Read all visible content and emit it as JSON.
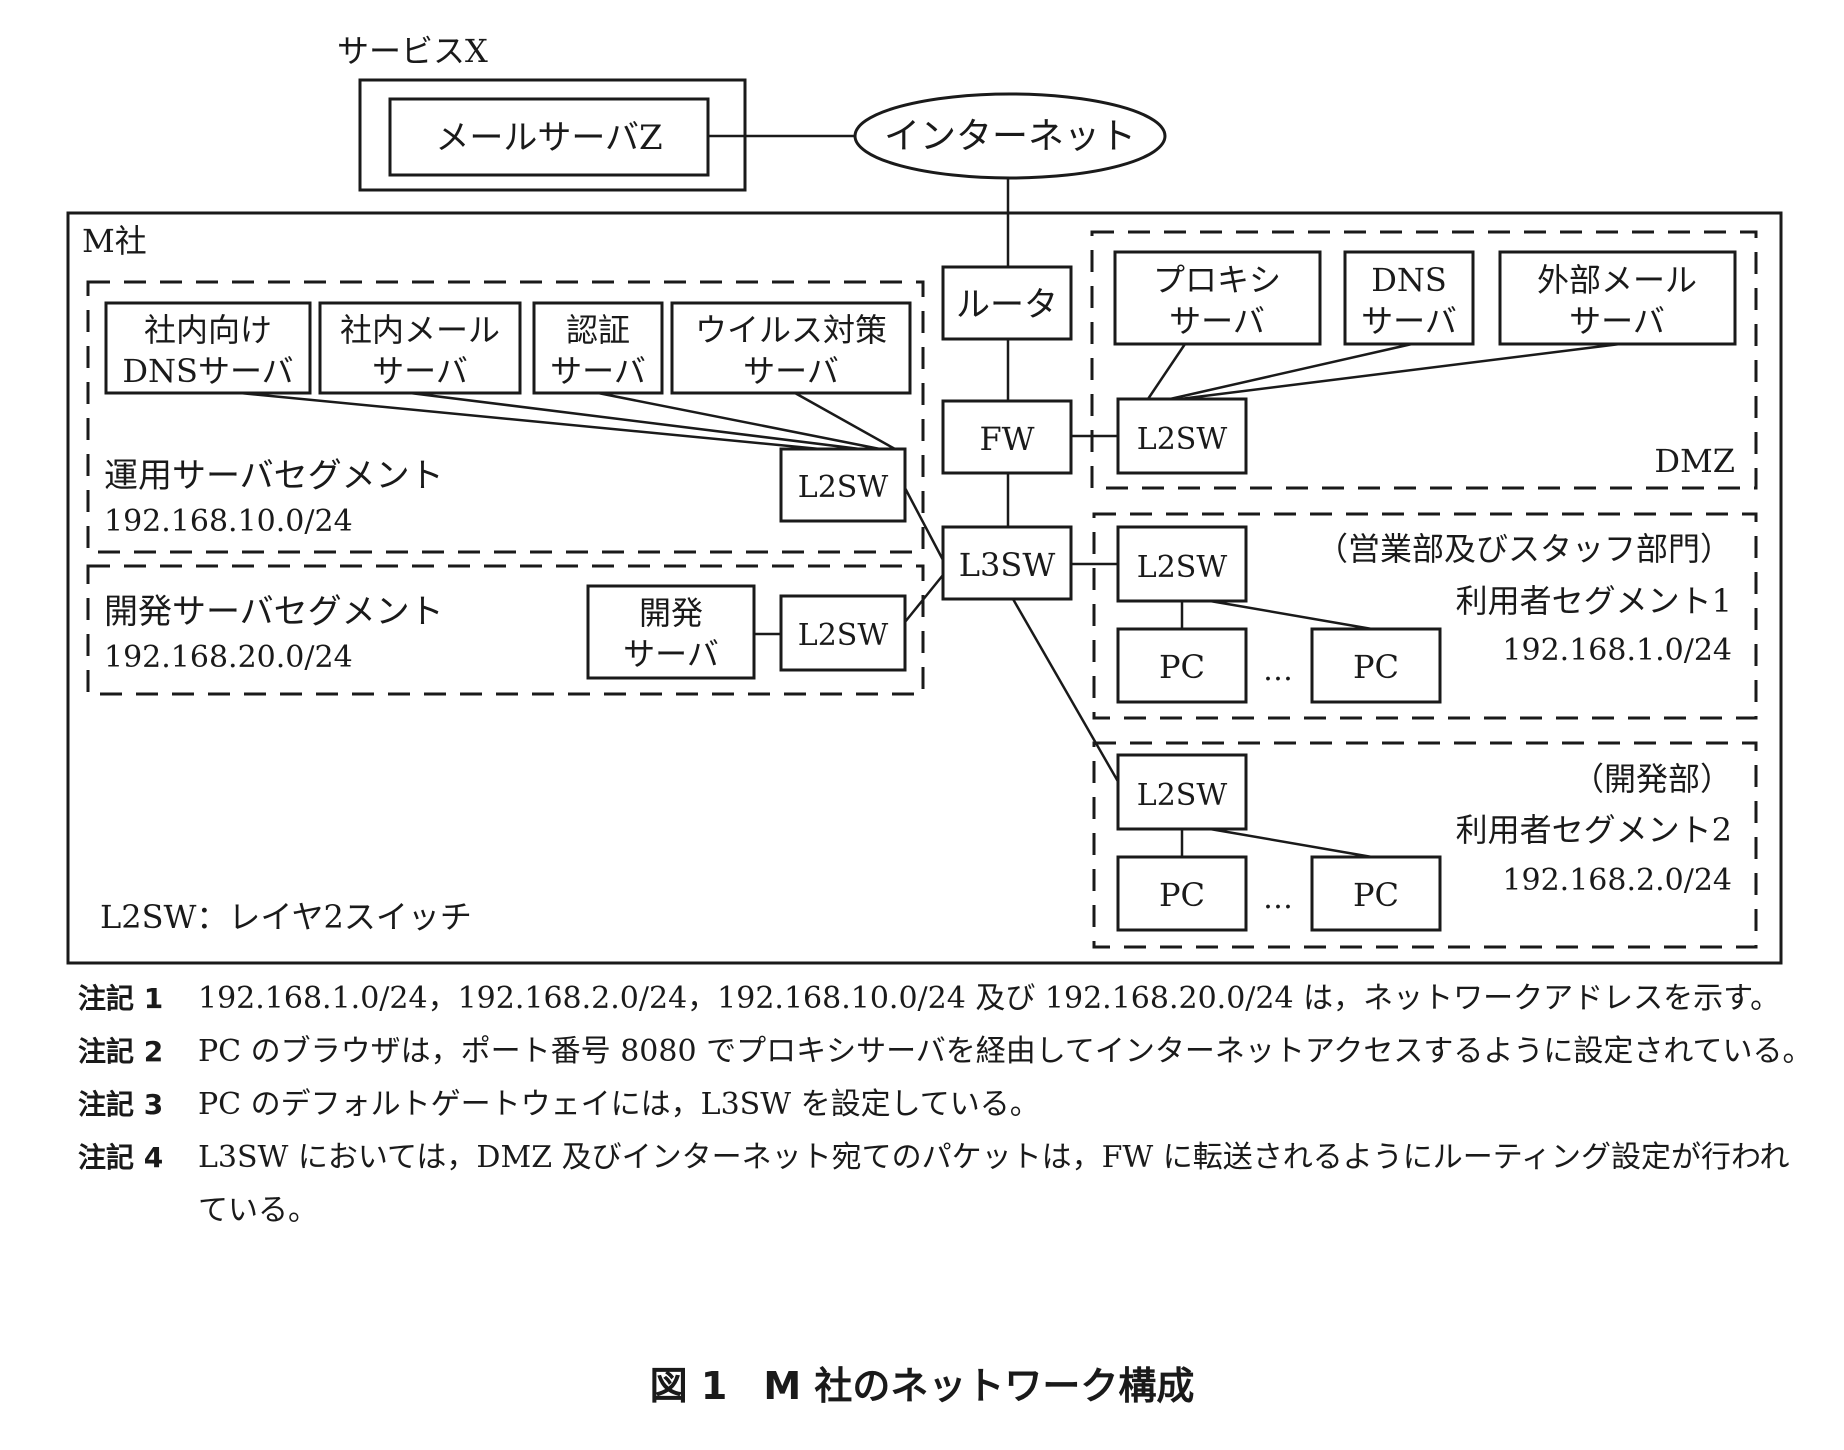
{
  "service_x": {
    "label": "サービスX",
    "mail_server_z": "メールサーバZ"
  },
  "internet": "インターネット",
  "company": {
    "label": "M社",
    "router": "ルータ",
    "fw": "FW",
    "l3sw": "L3SW",
    "legend": "L2SW：レイヤ2スイッチ"
  },
  "ops_segment": {
    "name": "運用サーバセグメント",
    "network": "192.168.10.0/24",
    "switch": "L2SW",
    "servers": [
      {
        "line1": "社内向け",
        "line2": "DNSサーバ"
      },
      {
        "line1": "社内メール",
        "line2": "サーバ"
      },
      {
        "line1": "認証",
        "line2": "サーバ"
      },
      {
        "line1": "ウイルス対策",
        "line2": "サーバ"
      }
    ]
  },
  "dev_segment": {
    "name": "開発サーバセグメント",
    "network": "192.168.20.0/24",
    "switch": "L2SW",
    "server": {
      "line1": "開発",
      "line2": "サーバ"
    }
  },
  "dmz": {
    "name": "DMZ",
    "switch": "L2SW",
    "servers": [
      {
        "line1": "プロキシ",
        "line2": "サーバ"
      },
      {
        "line1": "DNS",
        "line2": "サーバ"
      },
      {
        "line1": "外部メール",
        "line2": "サーバ"
      }
    ]
  },
  "user_segment_1": {
    "dept": "（営業部及びスタッフ部門）",
    "name": "利用者セグメント1",
    "network": "192.168.1.0/24",
    "switch": "L2SW",
    "pc": "PC",
    "ellipsis": "…"
  },
  "user_segment_2": {
    "dept": "（開発部）",
    "name": "利用者セグメント2",
    "network": "192.168.2.0/24",
    "switch": "L2SW",
    "pc": "PC",
    "ellipsis": "…"
  },
  "notes": [
    {
      "label": "注記 1",
      "text": "192.168.1.0/24，192.168.2.0/24，192.168.10.0/24 及び 192.168.20.0/24 は，ネットワークアドレスを示す。"
    },
    {
      "label": "注記 2",
      "text": "PC のブラウザは，ポート番号 8080 でプロキシサーバを経由してインターネットアクセスするように設定されている。"
    },
    {
      "label": "注記 3",
      "text": "PC のデフォルトゲートウェイには，L3SW を設定している。"
    },
    {
      "label": "注記 4",
      "text": "L3SW においては，DMZ 及びインターネット宛てのパケットは，FW に転送されるようにルーティング設定が行われている。"
    }
  ],
  "caption": {
    "figure": "図 1",
    "title": "M 社のネットワーク構成"
  }
}
